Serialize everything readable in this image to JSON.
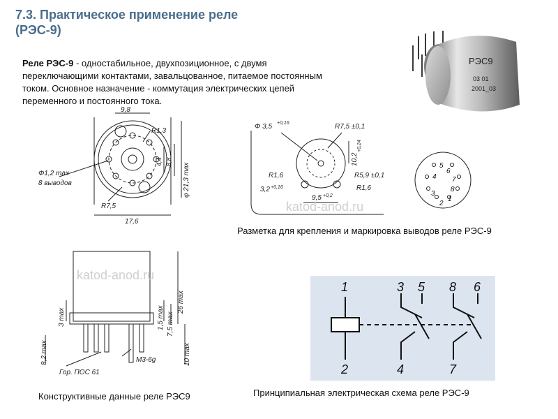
{
  "title": {
    "line1": "7.3. Практическое применение реле",
    "line2": "(РЭС-9)"
  },
  "intro": {
    "term": "Реле РЭС-9",
    "line1_rest": " - одностабильное, двухпозиционное, с двумя",
    "line2": "переключающими контактами, завальцованное, питаемое постоянным",
    "line3": "током. Основное назначение - коммутация электрических цепей",
    "line4": "переменного и постоянного тока."
  },
  "photo": {
    "marking1": "РЭС9",
    "marking2": "03 01",
    "marking3": "2001_03"
  },
  "top_view": {
    "dim_width_top": "9,8",
    "dim_r": "R1,3",
    "dim_pin_d": "Φ1,2 max",
    "dim_pins": "8 выводов",
    "dim_44": "4,4",
    "dim_88": "8,8",
    "dim_diam": "φ 21,3 max",
    "dim_r75": "R7,5",
    "dim_width": "17,6"
  },
  "mount": {
    "d_hole": "Φ 3,5",
    "d_hole_tol": "+0,16",
    "r_75": "R7,5 ±0,1",
    "d_102": "10,2",
    "d_102_tol": "+0,24",
    "r_16a": "R1,6",
    "r_59": "R5,9 ±0,1",
    "d_32": "3,2",
    "d_32_tol": "+0,16",
    "d_95": "9,5",
    "d_95_tol": "+0,2",
    "r_16b": "R1,6",
    "watermark": "katod-anod.ru"
  },
  "pinout": {
    "pins": [
      "5",
      "6",
      "4",
      "7",
      "3",
      "8",
      "2",
      "1"
    ]
  },
  "caption_mount": "Разметка для крепления и маркировка выводов реле РЭС-9",
  "side_view": {
    "watermark": "katod-anod.ru",
    "d_26": "26 max",
    "d_3": "3 max",
    "d_15": "1,5 max",
    "d_75": "7,5 max",
    "d_82": "8,2 max",
    "d_10": "10 max",
    "solder": "Гор. ПОС 61",
    "thread": "M3-6g"
  },
  "caption_side": "Конструктивные данные реле РЭС9",
  "schematic": {
    "labels": [
      "1",
      "2",
      "3",
      "5",
      "4",
      "8",
      "6",
      "7"
    ]
  },
  "caption_schematic": "Принципиальная электрическая схема реле РЭС-9"
}
